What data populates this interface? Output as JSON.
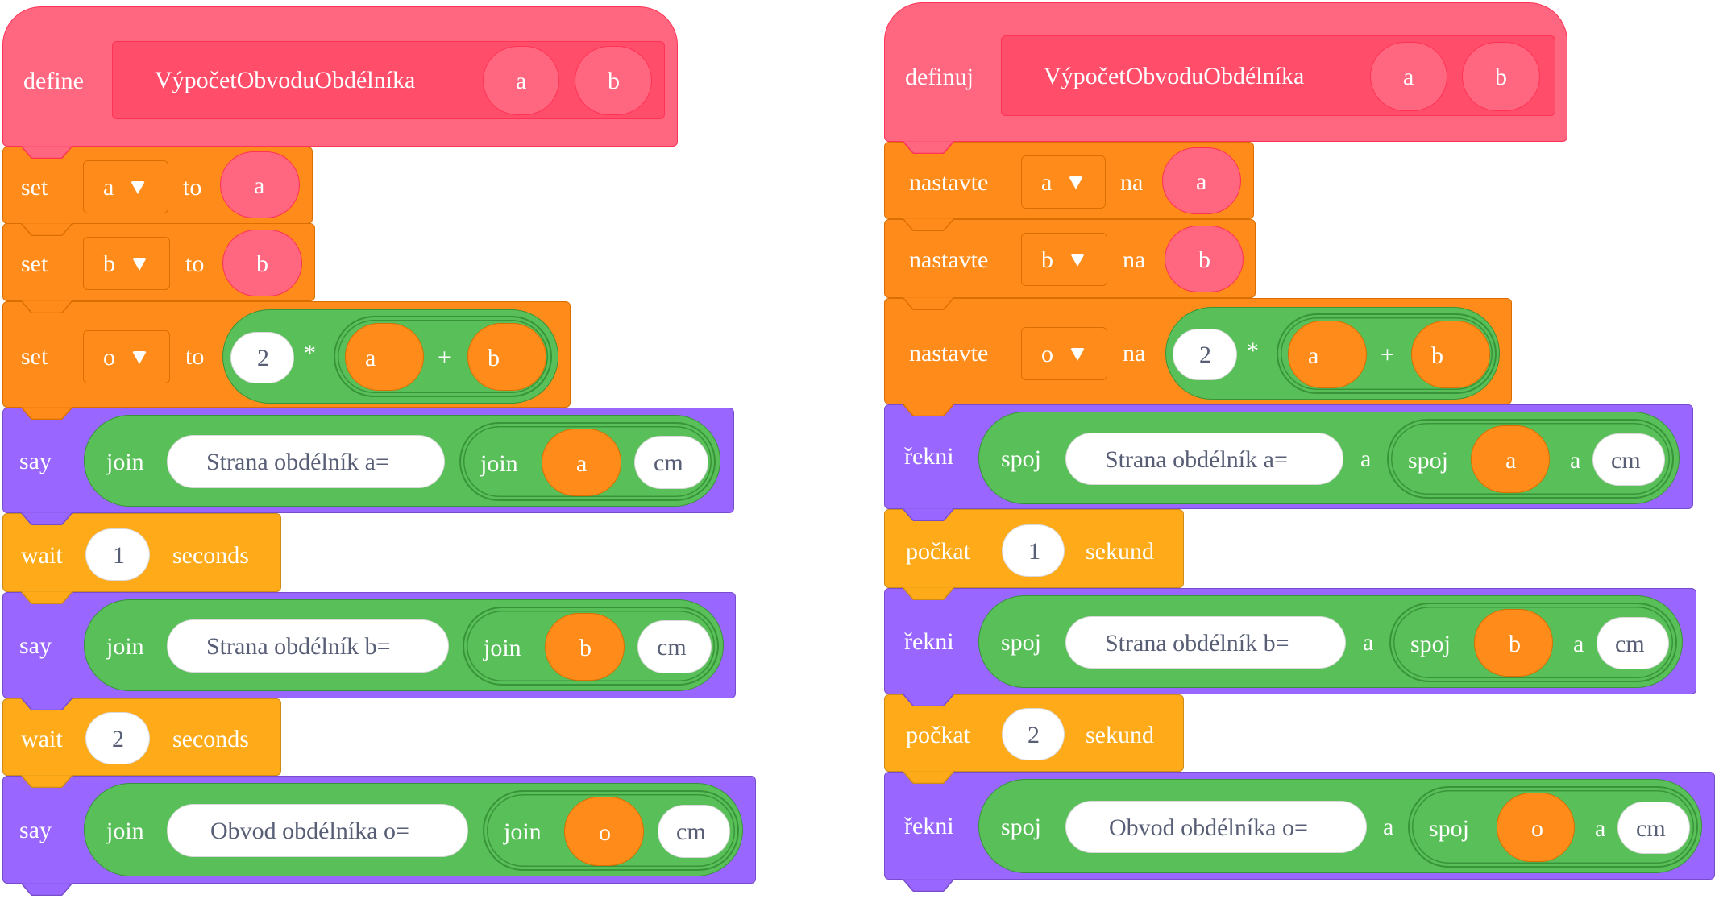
{
  "scripts": [
    {
      "language": "English",
      "define": {
        "label": "define",
        "name": "VýpočetObvoduObdélníka",
        "params": [
          "a",
          "b"
        ]
      },
      "set_blocks": [
        {
          "label": "set",
          "variable": "a",
          "to_label": "to",
          "value": "a"
        },
        {
          "label": "set",
          "variable": "b",
          "to_label": "to",
          "value": "b"
        },
        {
          "label": "set",
          "variable": "o",
          "to_label": "to",
          "expression": {
            "number": "2",
            "times": "*",
            "left": "a",
            "plus": "+",
            "right": "b"
          }
        }
      ],
      "say_label": "say",
      "join_label": "join",
      "join_sep": "",
      "say_blocks": [
        {
          "text": "Strana obdélník a=",
          "var": "a",
          "unit": "cm"
        },
        {
          "text": "Strana obdélník b=",
          "var": "b",
          "unit": "cm"
        },
        {
          "text": "Obvod obdélníka o=",
          "var": "o",
          "unit": "cm"
        }
      ],
      "wait_blocks": [
        {
          "label": "wait",
          "value": "1",
          "unit": "seconds"
        },
        {
          "label": "wait",
          "value": "2",
          "unit": "seconds"
        }
      ]
    },
    {
      "language": "Czech",
      "define": {
        "label": "definuj",
        "name": "VýpočetObvoduObdélníka",
        "params": [
          "a",
          "b"
        ]
      },
      "set_blocks": [
        {
          "label": "nastavte",
          "variable": "a",
          "to_label": "na",
          "value": "a"
        },
        {
          "label": "nastavte",
          "variable": "b",
          "to_label": "na",
          "value": "b"
        },
        {
          "label": "nastavte",
          "variable": "o",
          "to_label": "na",
          "expression": {
            "number": "2",
            "times": "*",
            "left": "a",
            "plus": "+",
            "right": "b"
          }
        }
      ],
      "say_label": "řekni",
      "join_label": "spoj",
      "join_sep": "a",
      "say_blocks": [
        {
          "text": "Strana obdélník a=",
          "var": "a",
          "unit": "cm"
        },
        {
          "text": "Strana obdélník b=",
          "var": "b",
          "unit": "cm"
        },
        {
          "text": "Obvod obdélníka o=",
          "var": "o",
          "unit": "cm"
        }
      ],
      "wait_blocks": [
        {
          "label": "počkat",
          "value": "1",
          "unit": "sekund"
        },
        {
          "label": "počkat",
          "value": "2",
          "unit": "sekund"
        }
      ]
    }
  ],
  "colors": {
    "custom_block": "#FF6680",
    "custom_block_inner": "#FF4D6A",
    "variables": "#FF8C1A",
    "control": "#FFAB19",
    "looks": "#9966FF",
    "operators": "#59C059",
    "input_text": "#575E75"
  }
}
